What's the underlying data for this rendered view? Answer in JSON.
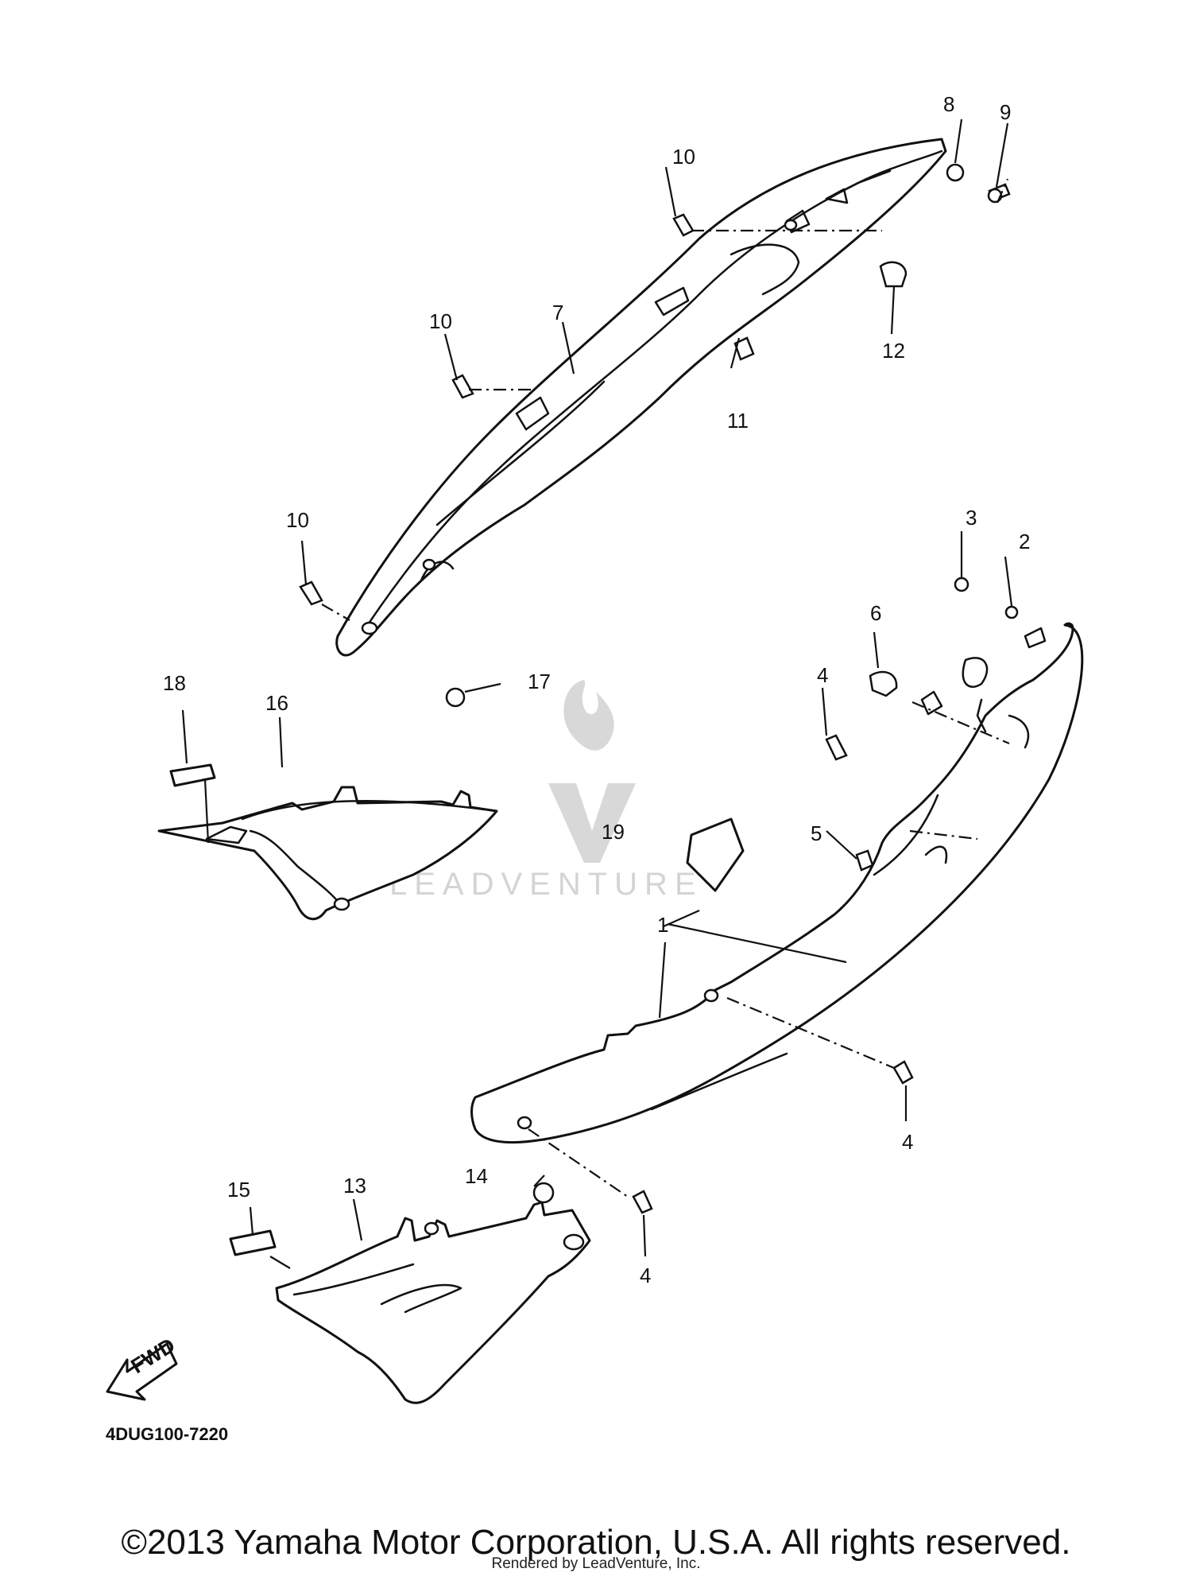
{
  "callouts": [
    "1",
    "2",
    "3",
    "4",
    "4",
    "4",
    "5",
    "6",
    "7",
    "8",
    "9",
    "10",
    "10",
    "10",
    "11",
    "12",
    "13",
    "14",
    "15",
    "16",
    "17",
    "18",
    "19"
  ],
  "fwd_label": "FWD",
  "watermark": "LEADVENTURE",
  "diagram_code": "4DUG100-7220",
  "copyright": "©2013 Yamaha Motor Corporation, U.S.A. All rights reserved.",
  "rendered_by": "Rendered by LeadVenture, Inc."
}
